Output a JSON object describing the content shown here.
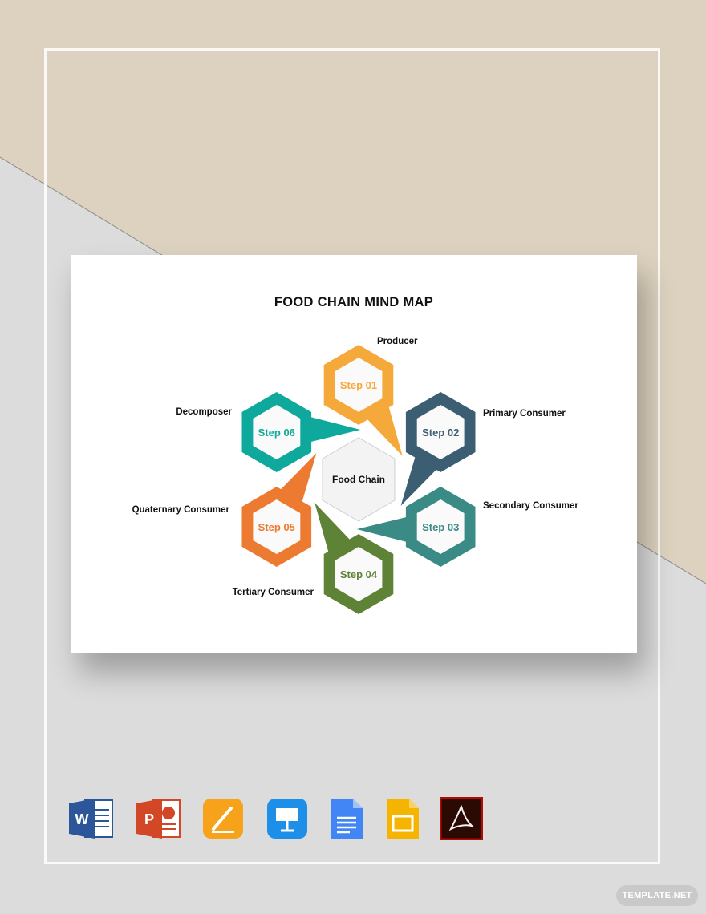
{
  "diagram": {
    "title": "FOOD CHAIN MIND MAP",
    "center": {
      "label": "Food Chain",
      "color": "#f3f3f3"
    },
    "nodes": [
      {
        "step": "Step 01",
        "name": "Producer",
        "color": "#f5a93a"
      },
      {
        "step": "Step 02",
        "name": "Primary Consumer",
        "color": "#3c5e73"
      },
      {
        "step": "Step 03",
        "name": "Secondary Consumer",
        "color": "#3a8a86"
      },
      {
        "step": "Step 04",
        "name": "Tertiary Consumer",
        "color": "#5e8236"
      },
      {
        "step": "Step 05",
        "name": "Quaternary Consumer",
        "color": "#ec7a30"
      },
      {
        "step": "Step 06",
        "name": "Decomposer",
        "color": "#0ea89c"
      }
    ]
  },
  "formats": [
    {
      "icon": "microsoft-word-icon",
      "letter": "W",
      "color": "#2b579a"
    },
    {
      "icon": "microsoft-powerpoint-icon",
      "letter": "P",
      "color": "#d24726"
    },
    {
      "icon": "apple-pages-icon",
      "color": "#f7a21b"
    },
    {
      "icon": "apple-keynote-icon",
      "color": "#1d8fe8"
    },
    {
      "icon": "google-docs-icon",
      "color": "#4285f4"
    },
    {
      "icon": "google-slides-icon",
      "color": "#f4b400"
    },
    {
      "icon": "adobe-pdf-icon",
      "color": "#b30b00"
    }
  ],
  "watermark": "TEMPLATE.NET"
}
